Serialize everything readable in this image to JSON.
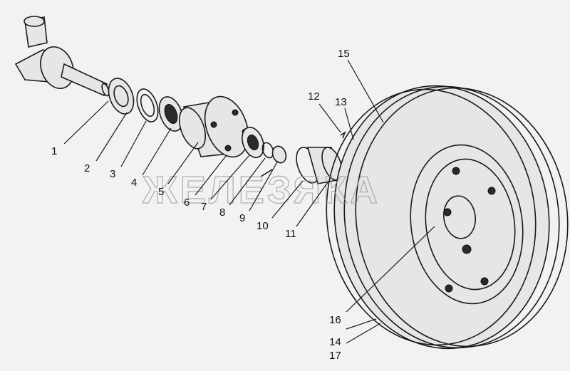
{
  "diagram": {
    "watermark": "ЖЕЛЕЗЯКА",
    "labels": [
      "1",
      "2",
      "3",
      "4",
      "5",
      "6",
      "7",
      "8",
      "9",
      "10",
      "11",
      "12",
      "13",
      "14",
      "15",
      "16",
      "17"
    ]
  }
}
